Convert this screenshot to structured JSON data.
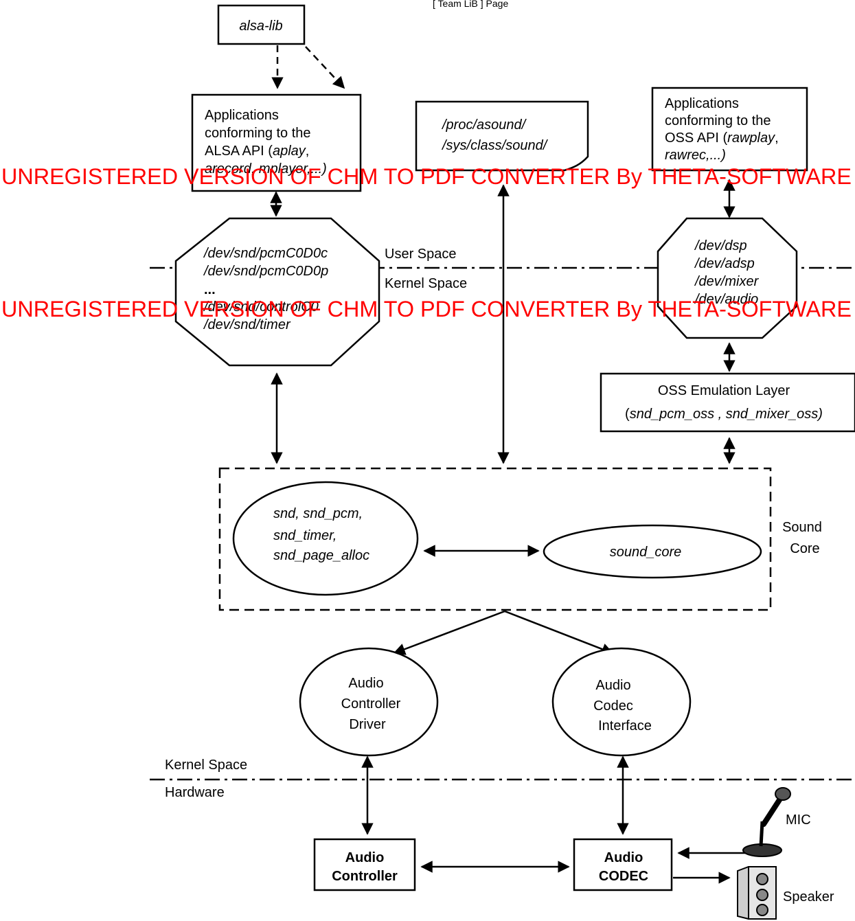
{
  "header_note": "[ Team LiB ] Page",
  "alsa_lib": "alsa-lib",
  "alsa_apps": {
    "l1": "Applications",
    "l2": "conforming to the",
    "l3": "ALSA API (",
    "l3_it": "aplay",
    "l3_end": ",",
    "l4": "arecord, mplayer,...)"
  },
  "proc_doc": {
    "l1": "/proc/asound/",
    "l2": "/sys/class/sound/"
  },
  "oss_apps": {
    "l1": "Applications",
    "l2": "conforming to the",
    "l3": "OSS API (",
    "l3_it": "rawplay",
    "l3_end": ",",
    "l4": "rawrec,...)"
  },
  "alsa_devnodes": [
    "/dev/snd/pcmC0D0c",
    "/dev/snd/pcmC0D0p",
    "...",
    "/dev/snd/controlC0",
    "/dev/snd/timer"
  ],
  "oss_devnodes": [
    "/dev/dsp",
    "/dev/adsp",
    "/dev/mixer",
    "/dev/audio"
  ],
  "user_space": "User Space",
  "kernel_space": "Kernel Space",
  "oss_layer": {
    "l1": "OSS Emulation Layer",
    "l2_open": "(",
    "l2_it": "snd_pcm_oss , snd_mixer_oss)"
  },
  "core_modules": [
    "snd, snd_pcm,",
    "snd_timer,",
    "snd_page_alloc"
  ],
  "sound_core": "sound_core",
  "sound_core_label": [
    "Sound",
    "Core"
  ],
  "controller_driver": [
    "Audio",
    "Controller",
    "Driver"
  ],
  "codec_interface": [
    "Audio",
    "Codec",
    "Interface"
  ],
  "kernel_space_2": "Kernel Space",
  "hardware": "Hardware",
  "audio_controller": [
    "Audio",
    "Controller"
  ],
  "audio_codec": [
    "Audio",
    "CODEC"
  ],
  "mic": "MIC",
  "speaker": "Speaker",
  "watermark": "UNREGISTERED VERSION OF CHM TO PDF CONVERTER By THETA-SOFTWARE"
}
